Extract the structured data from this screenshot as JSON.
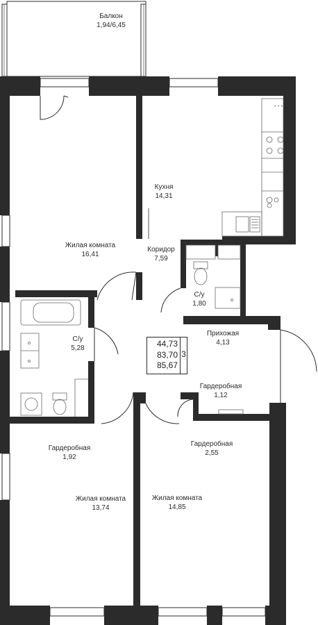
{
  "rooms": {
    "balcony": {
      "name": "Балкон",
      "area": "1,94/6,45"
    },
    "kitchen": {
      "name": "Кухня",
      "area": "14,31"
    },
    "living1": {
      "name": "Жилая комната",
      "area": "16,41"
    },
    "corridor": {
      "name": "Коридор",
      "area": "7,59"
    },
    "bath1": {
      "name": "С/у",
      "area": "1,80"
    },
    "bath2": {
      "name": "С/у",
      "area": "5,28"
    },
    "hall": {
      "name": "Прихожая",
      "area": "4,13"
    },
    "wardrobe1": {
      "name": "Гардеробная",
      "area": "1,12"
    },
    "wardrobe2": {
      "name": "Гардеробная",
      "area": "1,92"
    },
    "wardrobe3": {
      "name": "Гардеробная",
      "area": "2,55"
    },
    "living2": {
      "name": "Жилая комната",
      "area": "13,74"
    },
    "living3": {
      "name": "Жилая комната",
      "area": "14,85"
    }
  },
  "summary": {
    "living_area": "44,73",
    "total_area": "83,70",
    "total_with_balcony": "85,67",
    "room_count": "3"
  },
  "colors": {
    "wall": "#2b2b2b",
    "fixture_line": "#666666"
  }
}
